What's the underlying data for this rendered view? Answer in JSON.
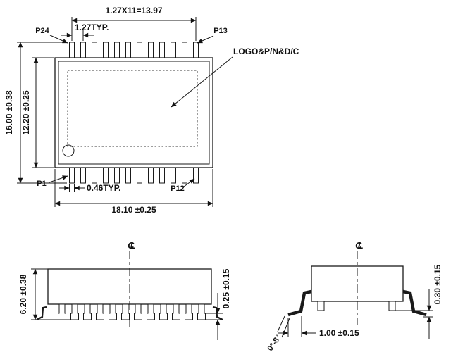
{
  "page": {
    "background": "#ffffff",
    "line_color": "#1a1a1a"
  },
  "top_view": {
    "dims": {
      "pitch_total": "1.27X11=13.97",
      "pitch_typ": "1.27TYP.",
      "lead_width": "0.46TYP.",
      "overall_width": "18.10 ±0.25",
      "overall_height": "16.00 ±0.38",
      "body_height": "12.20 ±0.25"
    },
    "pin_labels": {
      "p24": "P24",
      "p13": "P13",
      "p1": "P1",
      "p12": "P12"
    },
    "marking_label": "LOGO&P/N&D/C"
  },
  "front_view": {
    "centerline": "CL",
    "dims": {
      "height": "6.20 ±0.38",
      "standoff": "0.25 ±0.15"
    }
  },
  "side_view": {
    "centerline": "CL",
    "dims": {
      "standoff": "0.30 ±0.15",
      "foot_length": "1.00 ±0.15",
      "lead_angle": "0°-8°"
    }
  }
}
